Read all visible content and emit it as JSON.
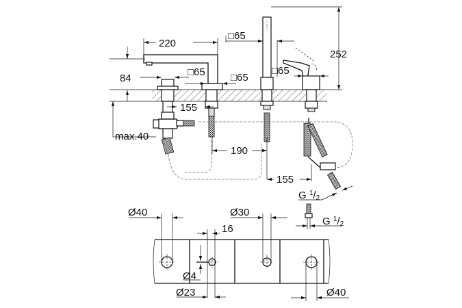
{
  "drawing": {
    "title": "Four-hole bath/shower mixer installation drawing",
    "side_view": {
      "dim_spout_reach": "220",
      "dim_handshower_square": "□65",
      "dim_total_height": "252",
      "dim_spout_height": "84",
      "dim_spout_square": "□65",
      "dim_diverter_square": "□65",
      "dim_mixer_square": "□65",
      "dim_spacing_left": "155",
      "dim_max_deck": "max.40",
      "dim_spacing_middle": "190",
      "dim_spacing_right": "155",
      "thread_upper_base": "G",
      "thread_upper_num": "1",
      "thread_upper_den": "2"
    },
    "plan_view": {
      "dim_hole_left": "Ø40",
      "dim_hole_middle": "Ø30",
      "dim_offset": "16",
      "thread_lower_base": "G",
      "thread_lower_num": "1",
      "thread_lower_den": "2",
      "dim_pin": "Ø4",
      "dim_hole_small": "Ø23",
      "dim_hole_right": "Ø40"
    }
  }
}
